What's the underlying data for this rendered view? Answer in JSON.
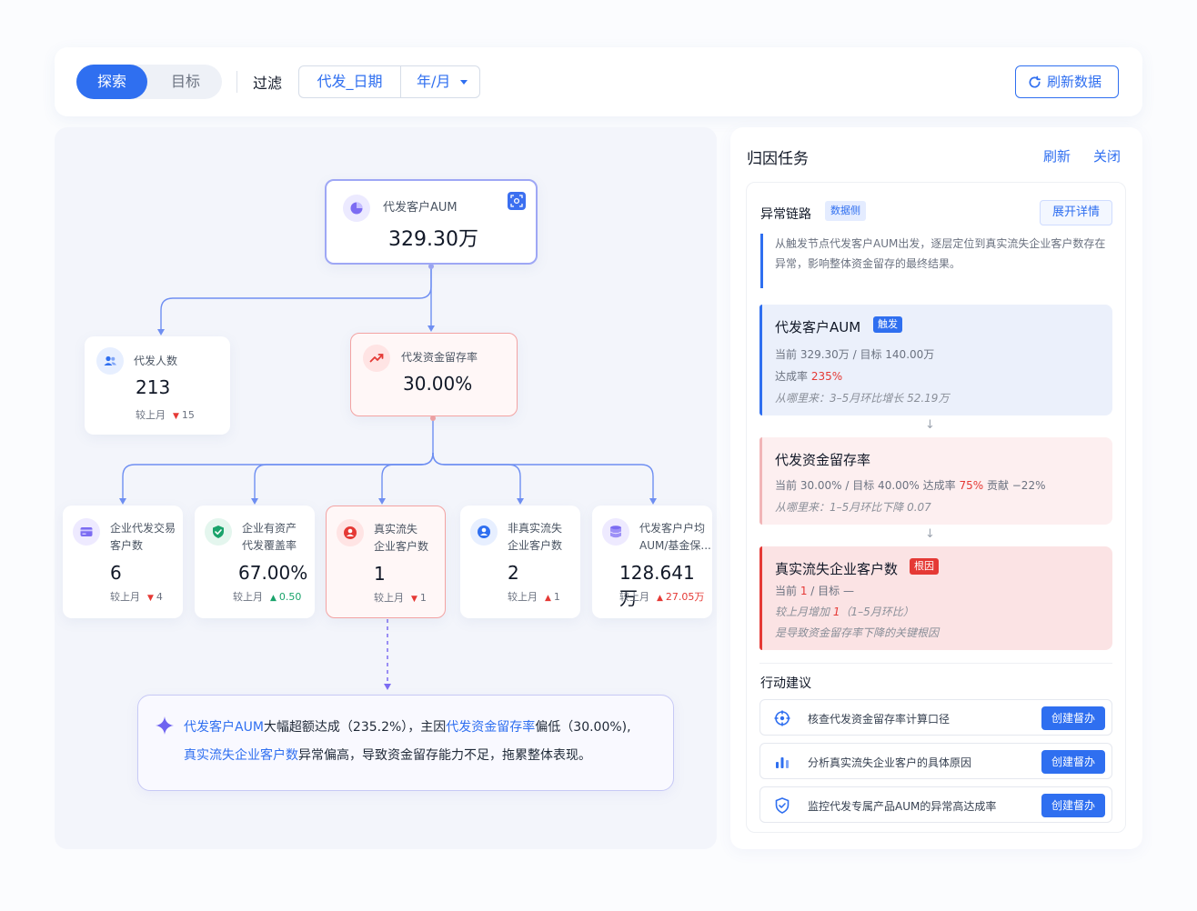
{
  "toolbar": {
    "tabs": [
      "探索",
      "目标"
    ],
    "filter_label": "过滤",
    "filter_field": "代发_日期",
    "filter_period": "年/月",
    "refresh_label": "刷新数据"
  },
  "tree": {
    "root": {
      "label": "代发客户AUM",
      "value": "329.30万"
    },
    "headcount": {
      "label": "代发人数",
      "value": "213",
      "compare_label": "较上月",
      "compare_value": "15",
      "trend": "down"
    },
    "retention": {
      "label": "代发资金留存率",
      "value": "30.00%"
    },
    "children": [
      {
        "label_line1": "企业代发交易",
        "label_line2": "客户数",
        "value": "6",
        "compare_label": "较上月",
        "compare_value": "4",
        "trend": "down",
        "icon": "card-icon"
      },
      {
        "label_line1": "企业有资产",
        "label_line2": "代发覆盖率",
        "value": "67.00%",
        "compare_label": "较上月",
        "compare_value": "0.50",
        "trend": "up",
        "icon": "shield-check-icon"
      },
      {
        "label_line1": "真实流失",
        "label_line2": "企业客户数",
        "value": "1",
        "compare_label": "较上月",
        "compare_value": "1",
        "trend": "down",
        "icon": "user-alert-icon"
      },
      {
        "label_line1": "非真实流失",
        "label_line2": "企业客户数",
        "value": "2",
        "compare_label": "较上月",
        "compare_value": "1",
        "trend": "up",
        "icon": "user-icon"
      },
      {
        "label_line1": "代发客户户均",
        "label_line2": "AUM/基金保...",
        "value": "128.641万",
        "compare_label": "较上月",
        "compare_value": "27.05万",
        "trend": "up",
        "icon": "database-icon"
      }
    ]
  },
  "insight": {
    "l1_a": "代发客户AUM",
    "l1_b": "大幅超额达成（235.2%），主因",
    "l1_c": "代发资金留存率",
    "l1_d": "偏低（30.00%),",
    "l2_a": "真实流失企业客户数",
    "l2_b": "异常偏高，导致资金留存能力不足，拖累整体表现。"
  },
  "panel": {
    "title": "归因任务",
    "refresh": "刷新",
    "close": "关闭",
    "chain_title": "异常链路",
    "chain_tag": "数据侧",
    "expand": "展开详情",
    "desc": "从触发节点代发客户AUM出发，逐层定位到真实流失企业客户数存在异常，影响整体资金留存的最终结果。",
    "steps": [
      {
        "title": "代发客户AUM",
        "tag": "触发",
        "l1": "当前 329.30万 / 目标 140.00万",
        "l2_a": "达成率 ",
        "l2_b": "235%",
        "l3": "从哪里来：3–5月环比增长 52.19万"
      },
      {
        "title": "代发资金留存率",
        "l1_a": "当前 30.00% / 目标 40.00%   达成率 ",
        "l1_b": "75%",
        "l1_c": "   贡献 −22%",
        "l2": "从哪里来：1–5月环比下降 0.07"
      },
      {
        "title": "真实流失企业客户数",
        "tag": "根因",
        "l1_a": "当前 ",
        "l1_b": "1",
        "l1_c": " / 目标 —",
        "l2_a": "较上月增加 ",
        "l2_b": "1",
        "l2_c": "（1–5月环比）",
        "l3": "是导致资金留存率下降的关键根因"
      }
    ],
    "arrow": "↓",
    "actions_title": "行动建议",
    "actions": [
      {
        "text": "核查代发资金留存率计算口径",
        "button": "创建督办",
        "icon": "crosshair-icon"
      },
      {
        "text": "分析真实流失企业客户的具体原因",
        "button": "创建督办",
        "icon": "bar-chart-icon"
      },
      {
        "text": "监控代发专属产品AUM的异常高达成率",
        "button": "创建督办",
        "icon": "shield-icon"
      }
    ]
  },
  "colors": {
    "accent": "#2f6ff0",
    "alert": "#e53935",
    "positive": "#1aa36b",
    "violet": "#7c6cf2"
  }
}
